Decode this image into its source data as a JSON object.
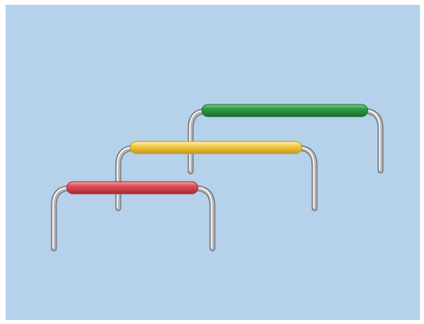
{
  "scene": {
    "background_color": "#b6d1ea",
    "frame_color": "#ffffff",
    "wire_light": "#fbfbfb",
    "wire_mid": "#b5b7ba",
    "wire_dark": "#5d6165"
  },
  "bars": [
    {
      "name": "red-bar",
      "color": "#e0505b",
      "color_light": "#f6a3a8",
      "color_dark": "#a72a33"
    },
    {
      "name": "yellow-bar",
      "color": "#f6cc4a",
      "color_light": "#fff4be",
      "color_dark": "#c39a1e"
    },
    {
      "name": "green-bar",
      "color": "#2e9e46",
      "color_light": "#7fd08f",
      "color_dark": "#1b6a2c"
    }
  ]
}
